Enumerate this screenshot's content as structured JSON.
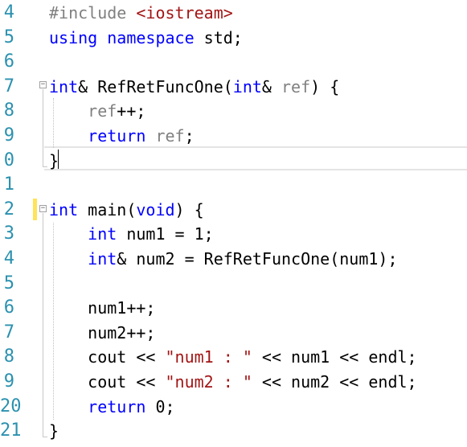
{
  "editor": {
    "line_numbers": [
      "4",
      "5",
      "6",
      "7",
      "8",
      "9",
      "0",
      "1",
      "2",
      "3",
      "4",
      "5",
      "6",
      "7",
      "8",
      "9",
      "20",
      "21"
    ],
    "lines": [
      [
        {
          "t": "#include ",
          "c": "pp"
        },
        {
          "t": "<iostream>",
          "c": "inc"
        }
      ],
      [
        {
          "t": "using",
          "c": "kw"
        },
        {
          "t": " ",
          "c": ""
        },
        {
          "t": "namespace",
          "c": "kw"
        },
        {
          "t": " std;",
          "c": ""
        }
      ],
      [],
      [
        {
          "t": "int",
          "c": "kw"
        },
        {
          "t": "& RefRetFuncOne(",
          "c": ""
        },
        {
          "t": "int",
          "c": "kw"
        },
        {
          "t": "& ",
          "c": ""
        },
        {
          "t": "ref",
          "c": "param"
        },
        {
          "t": ") {",
          "c": ""
        }
      ],
      [
        {
          "t": "    ",
          "c": ""
        },
        {
          "t": "ref",
          "c": "param"
        },
        {
          "t": "++;",
          "c": ""
        }
      ],
      [
        {
          "t": "    ",
          "c": ""
        },
        {
          "t": "return",
          "c": "kw"
        },
        {
          "t": " ",
          "c": ""
        },
        {
          "t": "ref",
          "c": "param"
        },
        {
          "t": ";",
          "c": ""
        }
      ],
      [
        {
          "t": "}",
          "c": ""
        }
      ],
      [],
      [
        {
          "t": "int",
          "c": "kw"
        },
        {
          "t": " main(",
          "c": ""
        },
        {
          "t": "void",
          "c": "kw"
        },
        {
          "t": ") {",
          "c": ""
        }
      ],
      [
        {
          "t": "    ",
          "c": ""
        },
        {
          "t": "int",
          "c": "kw"
        },
        {
          "t": " num1 = 1;",
          "c": ""
        }
      ],
      [
        {
          "t": "    ",
          "c": ""
        },
        {
          "t": "int",
          "c": "kw"
        },
        {
          "t": "& num2 = RefRetFuncOne(num1);",
          "c": ""
        }
      ],
      [],
      [
        {
          "t": "    num1++;",
          "c": ""
        }
      ],
      [
        {
          "t": "    num2++;",
          "c": ""
        }
      ],
      [
        {
          "t": "    cout << ",
          "c": ""
        },
        {
          "t": "\"num1 : \"",
          "c": "str"
        },
        {
          "t": " << num1 << endl;",
          "c": ""
        }
      ],
      [
        {
          "t": "    cout << ",
          "c": ""
        },
        {
          "t": "\"num2 : \"",
          "c": "str"
        },
        {
          "t": " << num2 << endl;",
          "c": ""
        }
      ],
      [
        {
          "t": "    ",
          "c": ""
        },
        {
          "t": "return",
          "c": "kw"
        },
        {
          "t": " 0;",
          "c": ""
        }
      ],
      [
        {
          "t": "}",
          "c": ""
        }
      ]
    ],
    "colors": {
      "keyword": "#0000ff",
      "string": "#a31515",
      "preprocessor": "#808080",
      "parameter": "#808080",
      "line_number": "#2b91af",
      "change_marker": "#ffe35a"
    }
  }
}
